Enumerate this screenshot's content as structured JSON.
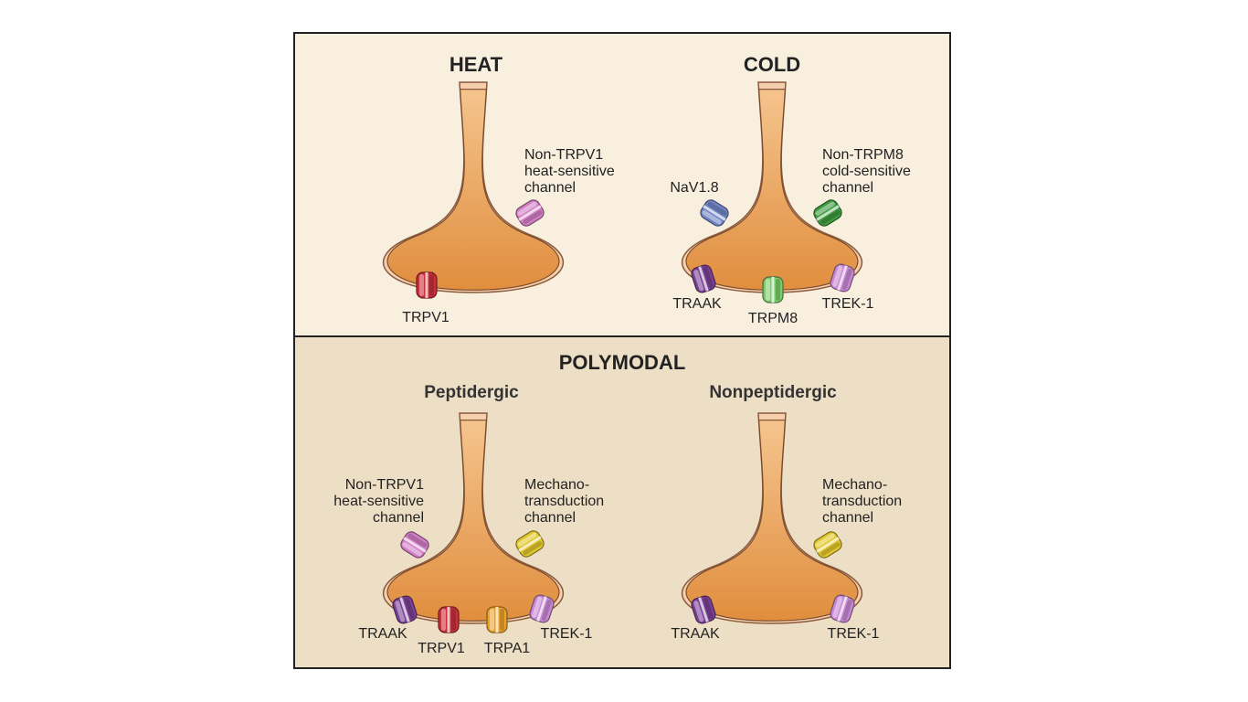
{
  "panels": {
    "top": {
      "background": "#f8efdf"
    },
    "bottom": {
      "background": "#eddfc6"
    }
  },
  "colors": {
    "frame": "#222222",
    "membrane": "#f6cfae",
    "membrane_edge": "#8a5a3c",
    "cytoplasm_light": "#f5c48d",
    "cytoplasm_dark": "#e08e3e"
  },
  "heat": {
    "title": "HEAT",
    "non_trpv1": [
      "Non-TRPV1",
      "heat-sensitive",
      "channel"
    ],
    "trpv1": "TRPV1"
  },
  "cold": {
    "title": "COLD",
    "nav": "NaV1.8",
    "non_trpm8": [
      "Non-TRPM8",
      "cold-sensitive",
      "channel"
    ],
    "traak": "TRAAK",
    "trpm8": "TRPM8",
    "trek": "TREK-1"
  },
  "polymodal": {
    "title": "POLYMODAL",
    "peptidergic": {
      "title": "Peptidergic",
      "non_trpv1": [
        "Non-TRPV1",
        "heat-sensitive",
        "channel"
      ],
      "mechano": [
        "Mechano-",
        "transduction",
        "channel"
      ],
      "traak": "TRAAK",
      "trpv1": "TRPV1",
      "trpa1": "TRPA1",
      "trek": "TREK-1"
    },
    "nonpeptidergic": {
      "title": "Nonpeptidergic",
      "mechano": [
        "Mechano-",
        "transduction",
        "channel"
      ],
      "traak": "TRAAK",
      "trek": "TREK-1"
    }
  },
  "channel_icons": {
    "non_trpv1": {
      "icon": "pink-channel-icon",
      "color": "#d27ec4"
    },
    "trpv1": {
      "icon": "red-channel-icon",
      "color": "#c8303a"
    },
    "nav": {
      "icon": "blue-channel-icon",
      "color": "#7084c4"
    },
    "non_trpm8": {
      "icon": "green-channel-icon",
      "color": "#3f9a3f"
    },
    "traak": {
      "icon": "purple-channel-icon",
      "color": "#7a4094"
    },
    "trpm8": {
      "icon": "light-green-channel-icon",
      "color": "#7ccc6a"
    },
    "trek": {
      "icon": "lilac-channel-icon",
      "color": "#c889d4"
    },
    "mechano": {
      "icon": "yellow-channel-icon",
      "color": "#e2c62e"
    },
    "trpa1": {
      "icon": "orange-channel-icon",
      "color": "#eaa22c"
    }
  }
}
